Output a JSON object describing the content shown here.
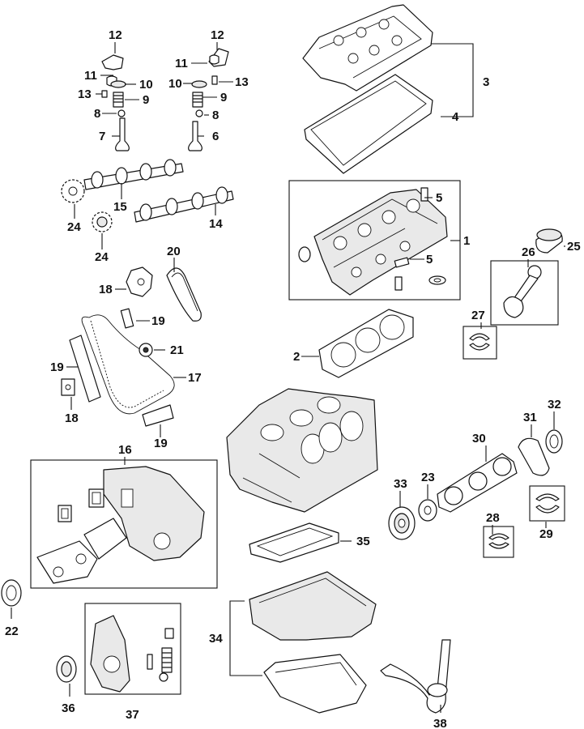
{
  "callouts": {
    "n1": "1",
    "n2": "2",
    "n3": "3",
    "n4": "4",
    "n5a": "5",
    "n5b": "5",
    "n6": "6",
    "n7": "7",
    "n8a": "8",
    "n8b": "8",
    "n9a": "9",
    "n9b": "9",
    "n10a": "10",
    "n10b": "10",
    "n11a": "11",
    "n11b": "11",
    "n12a": "12",
    "n12b": "12",
    "n13a": "13",
    "n13b": "13",
    "n14": "14",
    "n15": "15",
    "n16": "16",
    "n17": "17",
    "n18a": "18",
    "n18b": "18",
    "n19a": "19",
    "n19b": "19",
    "n19c": "19",
    "n20": "20",
    "n21": "21",
    "n22": "22",
    "n23": "23",
    "n24a": "24",
    "n24b": "24",
    "n25": "25",
    "n26": "26",
    "n27": "27",
    "n28": "28",
    "n29": "29",
    "n30": "30",
    "n31": "31",
    "n32": "32",
    "n33": "33",
    "n34": "34",
    "n35": "35",
    "n36": "36",
    "n37": "37",
    "n38": "38"
  }
}
